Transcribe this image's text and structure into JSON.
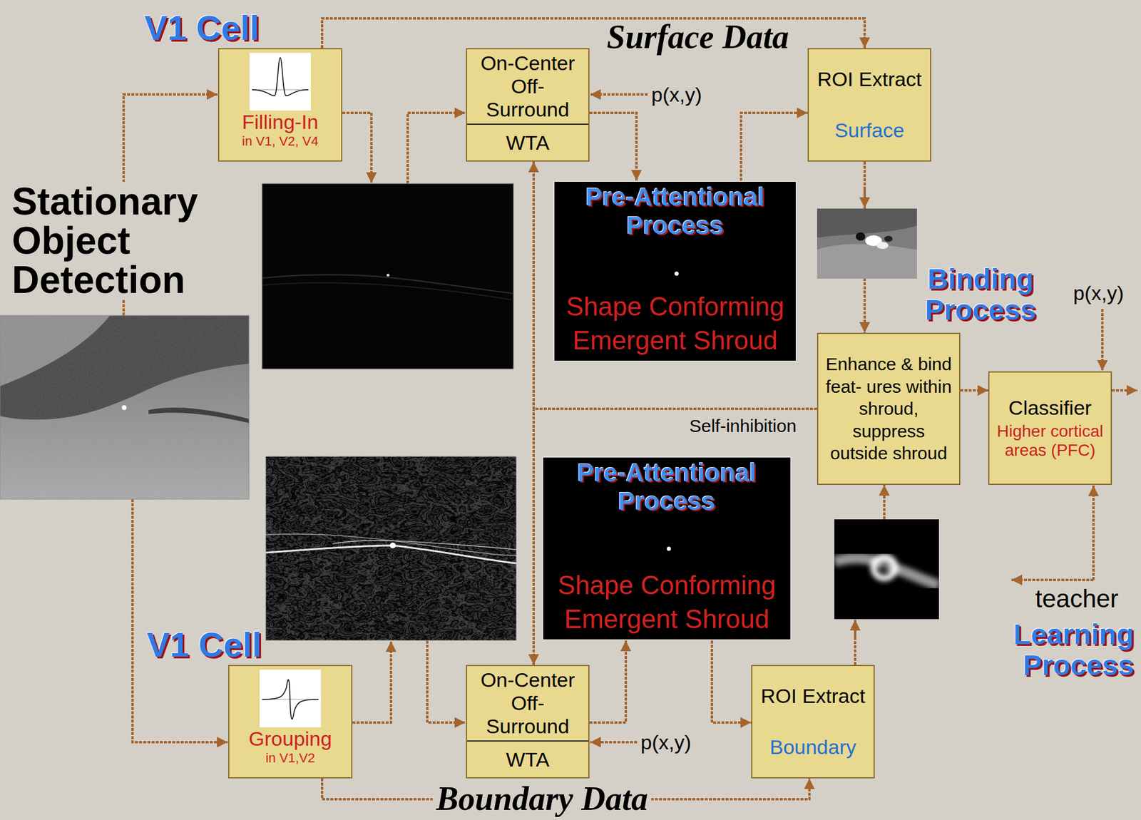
{
  "diagram": {
    "title": "Stationary Object Detection",
    "nodes": [
      {
        "text": [
          "V1 Cell",
          "Filling-In",
          "in V1, V2, V4"
        ]
      },
      {
        "text": [
          "On-Center Off-Surround",
          "WTA"
        ]
      },
      {
        "text": [
          "ROI Extract",
          "Surface"
        ]
      },
      {
        "text": [
          "Pre-Attentional Process",
          "Shape Conforming Emergent Shroud"
        ]
      },
      {
        "text": [
          "Enhance & bind feat- ures within shroud, suppress outside shroud"
        ]
      },
      {
        "text": [
          "Classifier",
          "Higher cortical areas (PFC)"
        ]
      },
      {
        "text": [
          "Pre-Attentional Process",
          "Shape Conforming Emergent Shroud"
        ]
      },
      {
        "text": [
          "V1 Cell",
          "Grouping",
          "in V1,V2"
        ]
      },
      {
        "text": [
          "On-Center Off-Surround",
          "WTA"
        ]
      },
      {
        "text": [
          "ROI Extract",
          "Boundary"
        ]
      }
    ],
    "edges": [
      {
        "from": 0,
        "to": 2,
        "arrow": "to",
        "label": "Surface Data"
      },
      {
        "from": 1,
        "to": 3,
        "arrow": "to"
      },
      {
        "from": 3,
        "to": 2,
        "arrow": "to"
      },
      {
        "from": 2,
        "to": 4,
        "arrow": "to"
      },
      {
        "from": 9,
        "to": 4,
        "arrow": "to"
      },
      {
        "from": 4,
        "to": 5,
        "arrow": "to"
      },
      {
        "from": 4,
        "to": 1,
        "arrow": "to",
        "label": "Self-inhibition"
      },
      {
        "from": 4,
        "to": 8,
        "arrow": "to"
      },
      {
        "from": 8,
        "to": 6,
        "arrow": "to"
      },
      {
        "from": 6,
        "to": 9,
        "arrow": "to"
      },
      {
        "from": 7,
        "to": 9,
        "arrow": "to",
        "label": "Boundary Data"
      }
    ],
    "labels": [
      "p(x,y)",
      "Binding Process",
      "p(x,y)",
      "teacher",
      "Learning Process",
      "p(x,y)"
    ]
  }
}
